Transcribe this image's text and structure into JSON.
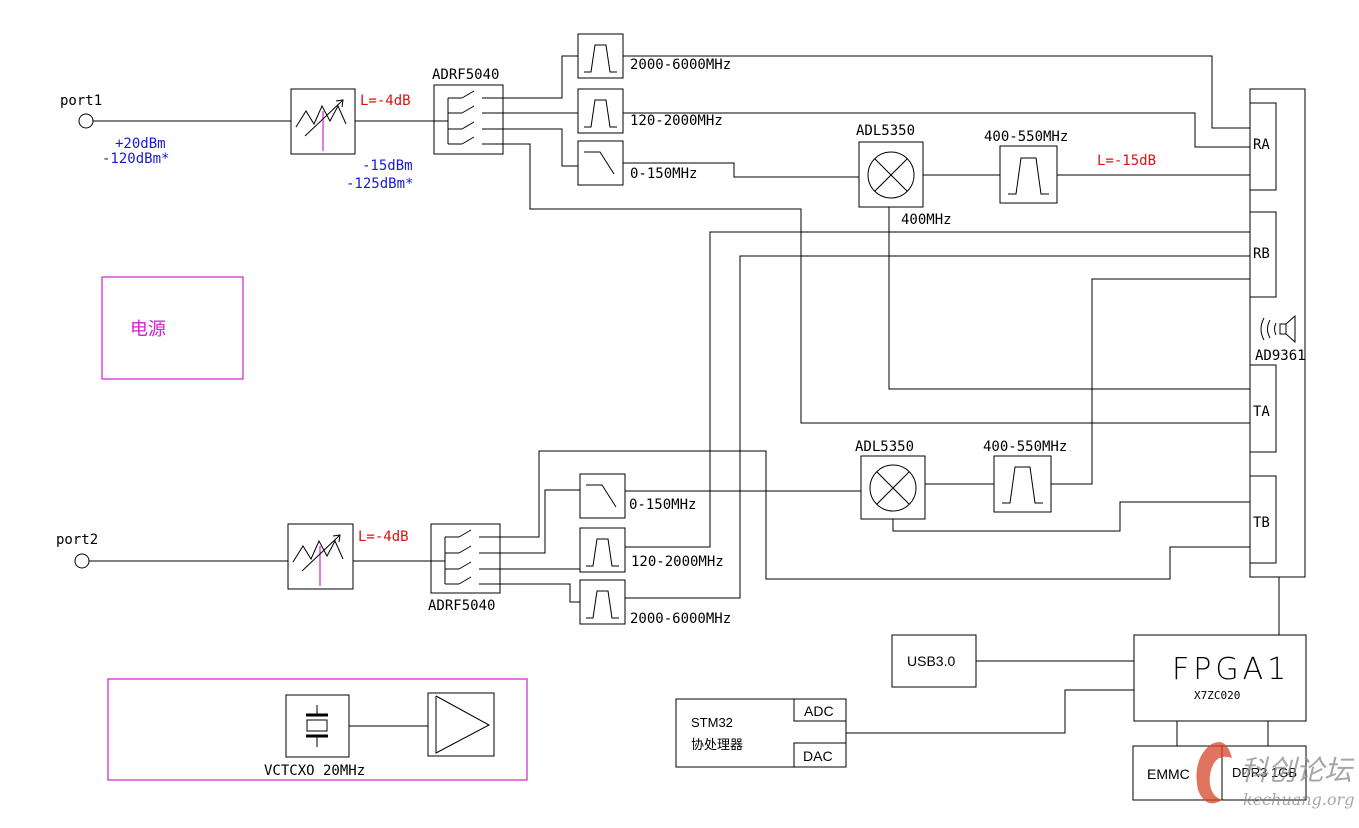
{
  "ports": {
    "port1": "port1",
    "port2": "port2"
  },
  "levels": {
    "p1_in_max": "+20dBm",
    "p1_in_min": "-120dBm*",
    "att_out_max": "-15dBm",
    "att_out_min": "-125dBm*"
  },
  "loss": {
    "att1": "L=-4dB",
    "att2": "L=-4dB",
    "if1": "L=-15dB"
  },
  "switches": {
    "sw1": "ADRF5040",
    "sw2": "ADRF5040"
  },
  "filters": {
    "f1a": "2000-6000MHz",
    "f1b": "120-2000MHz",
    "f1c": "0-150MHz",
    "f2a": "0-150MHz",
    "f2b": "120-2000MHz",
    "f2c": "2000-6000MHz",
    "if1": "400-550MHz",
    "if2": "400-550MHz"
  },
  "mixers": {
    "m1": "ADL5350",
    "m2": "ADL5350",
    "lo": "400MHz"
  },
  "transceiver": {
    "name": "AD9361",
    "ra": "RA",
    "rb": "RB",
    "ta": "TA",
    "tb": "TB"
  },
  "power": {
    "label": "电源"
  },
  "fpga": {
    "title": "FPGA1",
    "part": "X7ZC020"
  },
  "usb": "USB3.0",
  "stm32": {
    "name": "STM32",
    "desc": "协处理器",
    "adc": "ADC",
    "dac": "DAC"
  },
  "memory": {
    "emmc": "EMMC",
    "ddr": "DDR3 1GB"
  },
  "osc": {
    "label": "VCTCXO 20MHz"
  },
  "watermark": {
    "cn": "科创论坛",
    "url": "kechuang.org"
  },
  "colors": {
    "loss": "#e01010",
    "level": "#1a1ad0",
    "power": "#d020d0"
  }
}
